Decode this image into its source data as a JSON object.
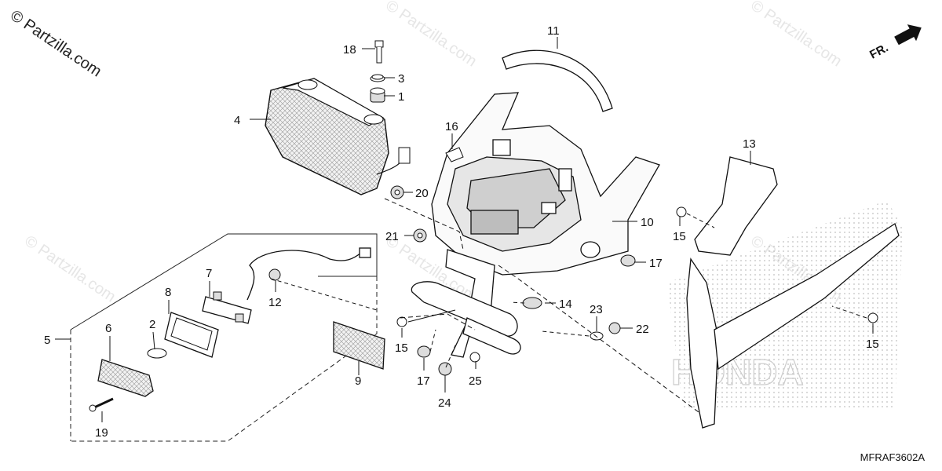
{
  "brand": "© Partzilla.com",
  "watermark": "© Partzilla.com",
  "diagram_code": "MFRAF3602A",
  "front_marker": "FR.",
  "background_brand": "HONDA",
  "callouts": {
    "c1": "1",
    "c2": "2",
    "c3": "3",
    "c4": "4",
    "c5": "5",
    "c6": "6",
    "c7": "7",
    "c8": "8",
    "c9": "9",
    "c10": "10",
    "c11": "11",
    "c12": "12",
    "c13": "13",
    "c14": "14",
    "c15a": "15",
    "c15b": "15",
    "c15c": "15",
    "c16": "16",
    "c17a": "17",
    "c17b": "17",
    "c18": "18",
    "c19": "19",
    "c20": "20",
    "c21": "21",
    "c22": "22",
    "c23": "23",
    "c24": "24",
    "c25": "25"
  }
}
